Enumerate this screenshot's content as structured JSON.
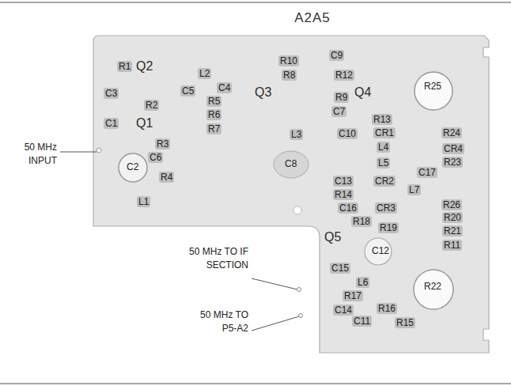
{
  "diagram": {
    "title": "A2A5",
    "labels": [
      "R1",
      "Q2",
      "L2",
      "R10",
      "C9",
      "R8",
      "R12",
      "R25",
      "C3",
      "C5",
      "C4",
      "Q3",
      "R5",
      "R9",
      "Q4",
      "R2",
      "R6",
      "C7",
      "C1",
      "Q1",
      "R7",
      "R13",
      "L3",
      "C10",
      "CR1",
      "R24",
      "R3",
      "L4",
      "CR4",
      "C6",
      "R23",
      "C2",
      "L5",
      "C17",
      "R4",
      "C8",
      "C13",
      "CR2",
      "L7",
      "R14",
      "R26",
      "C16",
      "CR3",
      "R20",
      "R18",
      "R19",
      "R21",
      "L1",
      "Q5",
      "R11",
      "C12",
      "C15",
      "R22",
      "L6",
      "R17",
      "C14",
      "R16",
      "C11",
      "R15",
      "50 MHz INPUT",
      "50 MHz TO IF SECTION",
      "50 MHz TO P5-A2"
    ]
  }
}
